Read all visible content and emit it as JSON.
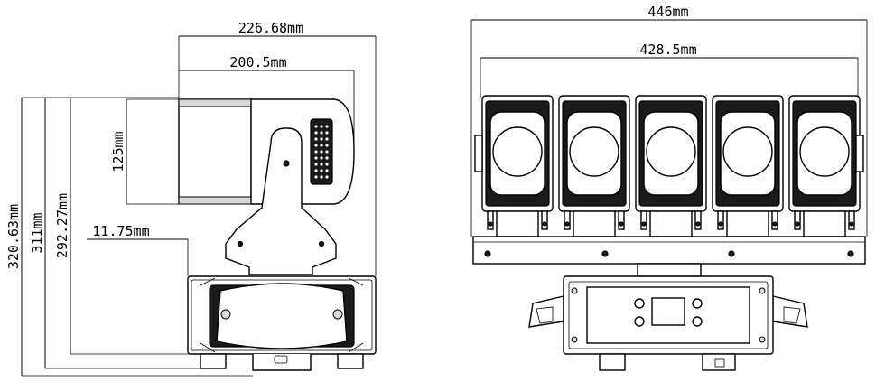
{
  "drawing": {
    "side_view": {
      "width_overall": "226.68mm",
      "width_head": "200.5mm",
      "head_height": "125mm",
      "base_offset": "11.75mm",
      "height_total": "320.63mm",
      "height_mid": "311mm",
      "height_inner": "292.27mm"
    },
    "front_view": {
      "width_overall": "446mm",
      "width_inner": "428.5mm"
    }
  }
}
